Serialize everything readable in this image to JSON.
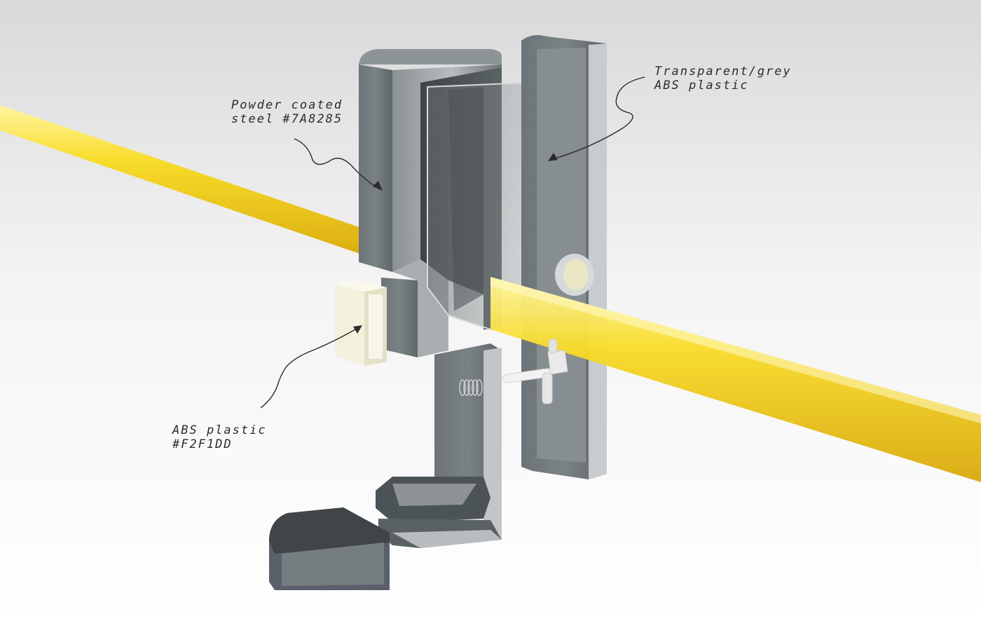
{
  "annotations": {
    "steel": {
      "line1": "Powder coated",
      "line2": "steel #7A8285"
    },
    "transparent": {
      "line1": "Transparent/grey",
      "line2": "ABS plastic"
    },
    "abs": {
      "line1": "ABS plastic",
      "line2": "#F2F1DD"
    }
  },
  "colors": {
    "steel": "#7A8285",
    "abs_plastic": "#F2F1DD",
    "rail": "#F5D21C"
  }
}
